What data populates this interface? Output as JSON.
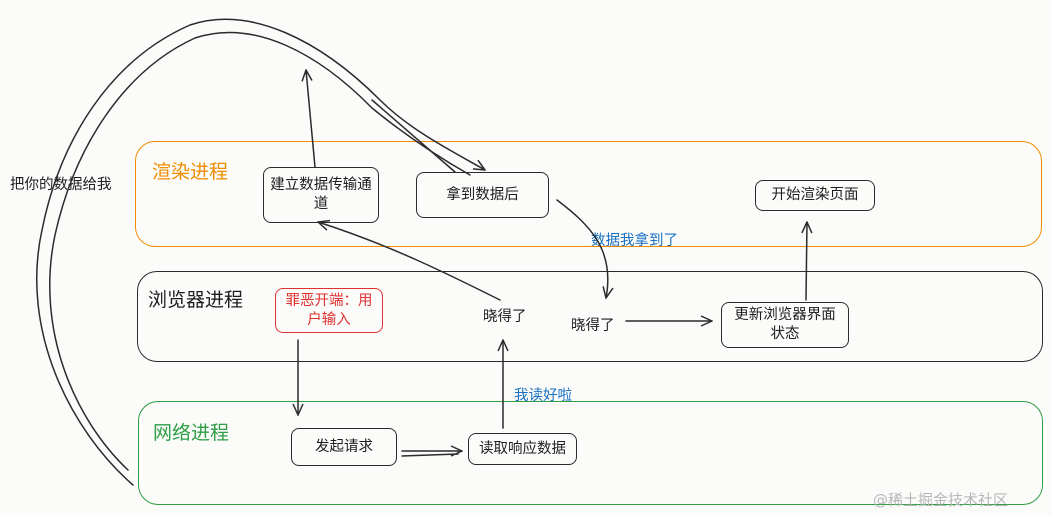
{
  "lanes": {
    "render": {
      "title": "渲染进程",
      "color": "#f08c00"
    },
    "browser": {
      "title": "浏览器进程",
      "color": "#2b2b2b"
    },
    "network": {
      "title": "网络进程",
      "color": "#2f9e44"
    }
  },
  "nodes": {
    "establish_channel": "建立数据传输通道",
    "got_data": "拿到数据后",
    "start_render": "开始渲染页面",
    "user_input": "罪恶开端：用户输入",
    "update_browser_ui": "更新浏览器界面状态",
    "send_request": "发起请求",
    "read_response": "读取响应数据"
  },
  "labels": {
    "give_me_data": "把你的数据给我",
    "got_it_1": "晓得了",
    "got_it_2": "晓得了",
    "data_received": "数据我拿到了",
    "read_done": "我读好啦"
  },
  "watermark": "@稀土掘金技术社区"
}
